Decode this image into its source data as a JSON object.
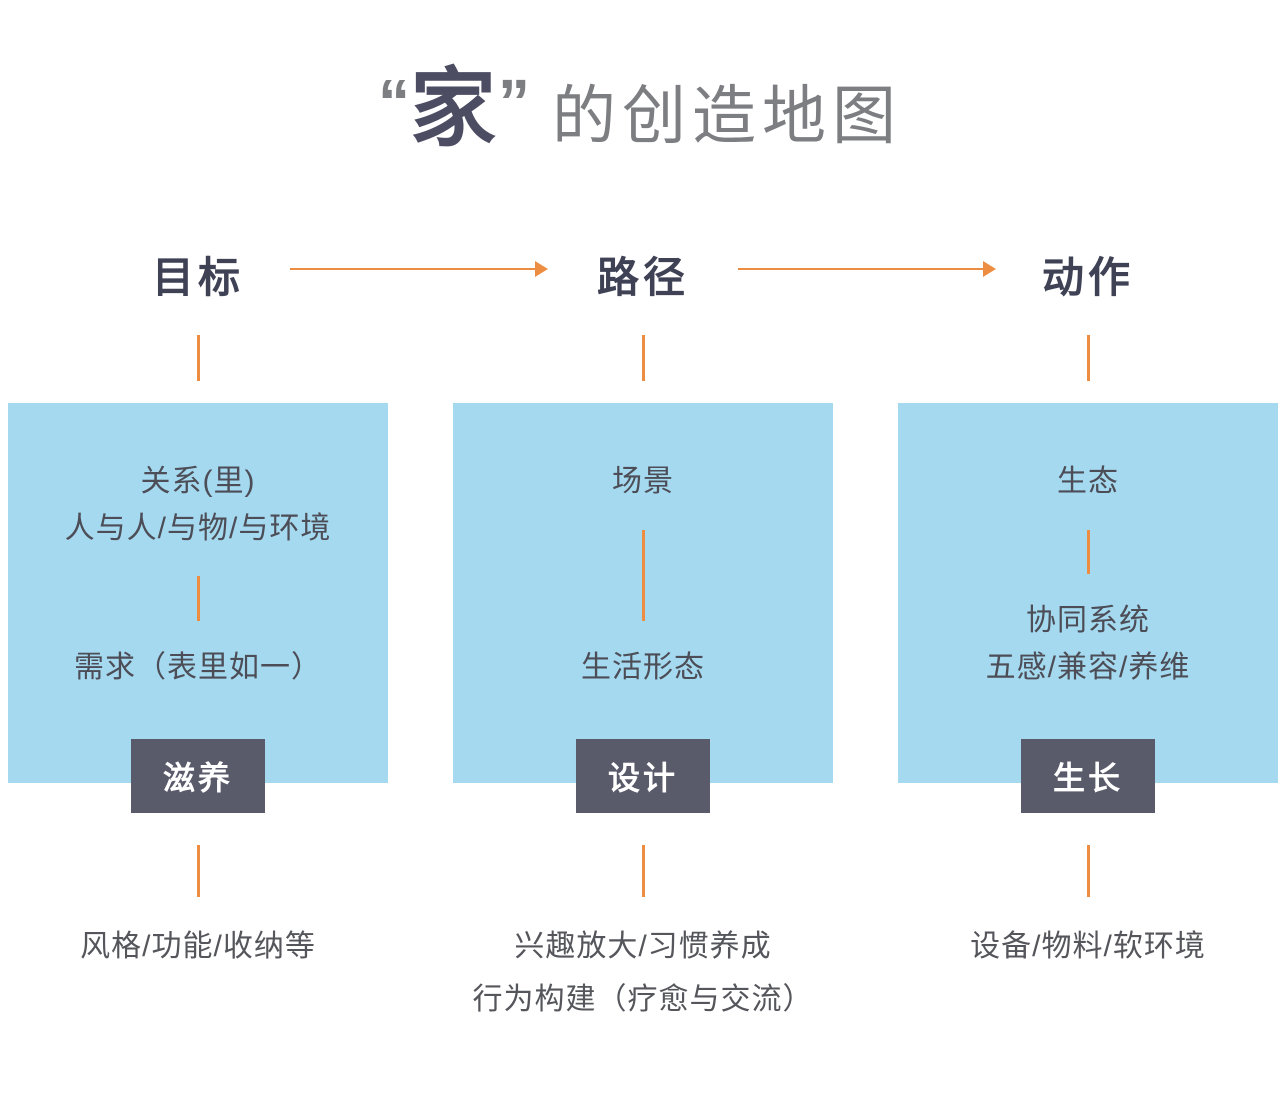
{
  "title": {
    "open_quote": "“",
    "emphasis": "家",
    "close_quote": "”",
    "rest": "的创造地图"
  },
  "colors": {
    "accent_orange": "#ed8d41",
    "box_blue": "#a5d9ef",
    "badge_dark": "#595a6a",
    "title_emphasis": "#4c4d63",
    "text_dark": "#4c4d57",
    "text_gray": "#55565b"
  },
  "columns": [
    {
      "header": "目标",
      "box_top": "关系(里)\n人与人/与物/与环境",
      "box_bottom": "需求（表里如一）",
      "badge": "滋养",
      "footer": "风格/功能/收纳等"
    },
    {
      "header": "路径",
      "box_top": "场景",
      "box_bottom": "生活形态",
      "badge": "设计",
      "footer": "兴趣放大/习惯养成\n行为构建（疗愈与交流）"
    },
    {
      "header": "动作",
      "box_top": "生态",
      "box_bottom": "协同系统\n五感/兼容/养维",
      "badge": "生长",
      "footer": "设备/物料/软环境"
    }
  ]
}
